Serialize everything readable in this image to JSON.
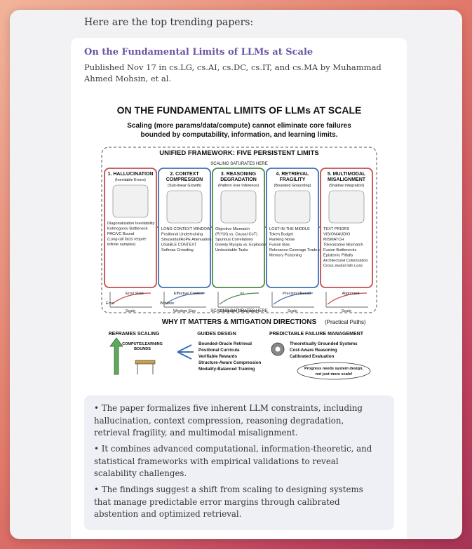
{
  "chat": {
    "intro": "Here are the top trending papers:"
  },
  "paper": {
    "title": "On the Fundamental Limits of LLMs at Scale",
    "meta": "Published Nov 17 in cs.LG, cs.AI, cs.DC, cs.IT, and cs.MA by Muhammad Ahmed Mohsin, et al.",
    "figure": {
      "heading": "ON THE FUNDAMENTAL LIMITS OF LLMs AT SCALE",
      "subtitle_line1": "Scaling (more params/data/compute) cannot eliminate core failures",
      "subtitle_line2": "bounded by computability, information, and learning limits.",
      "framework_title": "UNIFIED FRAMEWORK: FIVE PERSISTENT LIMITS",
      "saturates_top": "SCALING SATURATES HERE",
      "saturates_bottom": "SCALING SATURATES HERE",
      "limits": [
        {
          "title": "1. HALLUCINATION",
          "sub": "(Inevitable Errors)",
          "color": "#c84b4b",
          "items": [
            "Diagonalization Inevitability",
            "Kolmogorov Bottleneck",
            "PAC/VC Bound",
            "(Long-tail facts require",
            "infinite samples)"
          ],
          "axis_y": "Error",
          "axis_x": "Scale",
          "curve": "Error Rate"
        },
        {
          "title": "2. CONTEXT",
          "title2": "COMPRESSION",
          "sub": "(Sub-linear Growth)",
          "color": "#3f6fb8",
          "items": [
            "LONG CONTEXT WINDOW",
            "Positional Undertraining",
            "Sinusoidal/RoPE Attenuation",
            "USABLE CONTEXT",
            "Softmax Crowding"
          ],
          "axis_y": "Window",
          "axis_x": "Window Size",
          "curve": "Effective Context"
        },
        {
          "title": "3. REASONING",
          "title2": "DEGRADATION",
          "sub": "(Pattern over Inference)",
          "color": "#4a8a4a",
          "items": [
            "Objective Mismatch",
            "(P(Y|X) vs. Causal CoT)",
            "Spurious Correlations",
            "Greedy Myopia vs. Explosion",
            "Undecidable Tasks"
          ],
          "axis_y": "",
          "axis_x": "Recitation   Reasoning",
          "curve": "vs."
        },
        {
          "title": "4. RETRIEVAL",
          "title2": "FRAGILITY",
          "sub": "(Bounded Grounding)",
          "color": "#3f6fb8",
          "items": [
            "LOST-IN-THE-MIDDLE",
            "Token Budget",
            "Ranking Noise",
            "Fusion Bias",
            "Relevance-Coverage Trade-off",
            "Memory Poisoning"
          ],
          "axis_y": "",
          "axis_x": "Scale",
          "curve": "Precision/Recall"
        },
        {
          "title": "5. MULTIMODAL",
          "title2": "MISALIGNMENT",
          "sub": "(Shallow Integration)",
          "color": "#c84b4b",
          "items": [
            "TEXT PRIORS",
            "VISION/AUDIO",
            "MISMATCH",
            "Tokenization Mismatch",
            "Fusion Bottlenecks",
            "Epistemic Pitfalls",
            "Architectural Colonization",
            "Cross-modal Info Loss"
          ],
          "axis_y": "",
          "axis_x": "Scale",
          "curve": "Alignment"
        }
      ],
      "why_title": "WHY IT MATTERS & MITIGATION DIRECTIONS",
      "why_sub": "(Practical Paths)",
      "columns": [
        {
          "title": "REFRAMES SCALING",
          "items": [
            "COMPUTE/LEARNING",
            "BOUNDS"
          ]
        },
        {
          "title": "GUIDES DESIGN",
          "items": [
            "Bounded-Oracle Retrieval",
            "Positional Curricula",
            "Verifiable Rewards",
            "Structure-Aware Compression",
            "Modality-Balanced Training"
          ]
        },
        {
          "title": "PREDICTABLE FAILURE MANAGEMENT",
          "items": [
            "Theoretically Grounded Systems",
            "Cost-Aware Reasoning",
            "Calibrated Evaluation"
          ]
        }
      ],
      "cloud": "Progress needs system design, not just more scale!"
    }
  },
  "summary": {
    "bullets": [
      "• The paper formalizes five inherent LLM constraints, including hallucination, context compression, reasoning degradation, retrieval fragility, and multimodal misalignment.",
      "• It combines advanced computational, information-theoretic, and statistical frameworks with empirical validations to reveal scalability challenges.",
      "• The findings suggest a shift from scaling to designing systems that manage predictable error margins through calibrated abstention and optimized retrieval."
    ]
  }
}
